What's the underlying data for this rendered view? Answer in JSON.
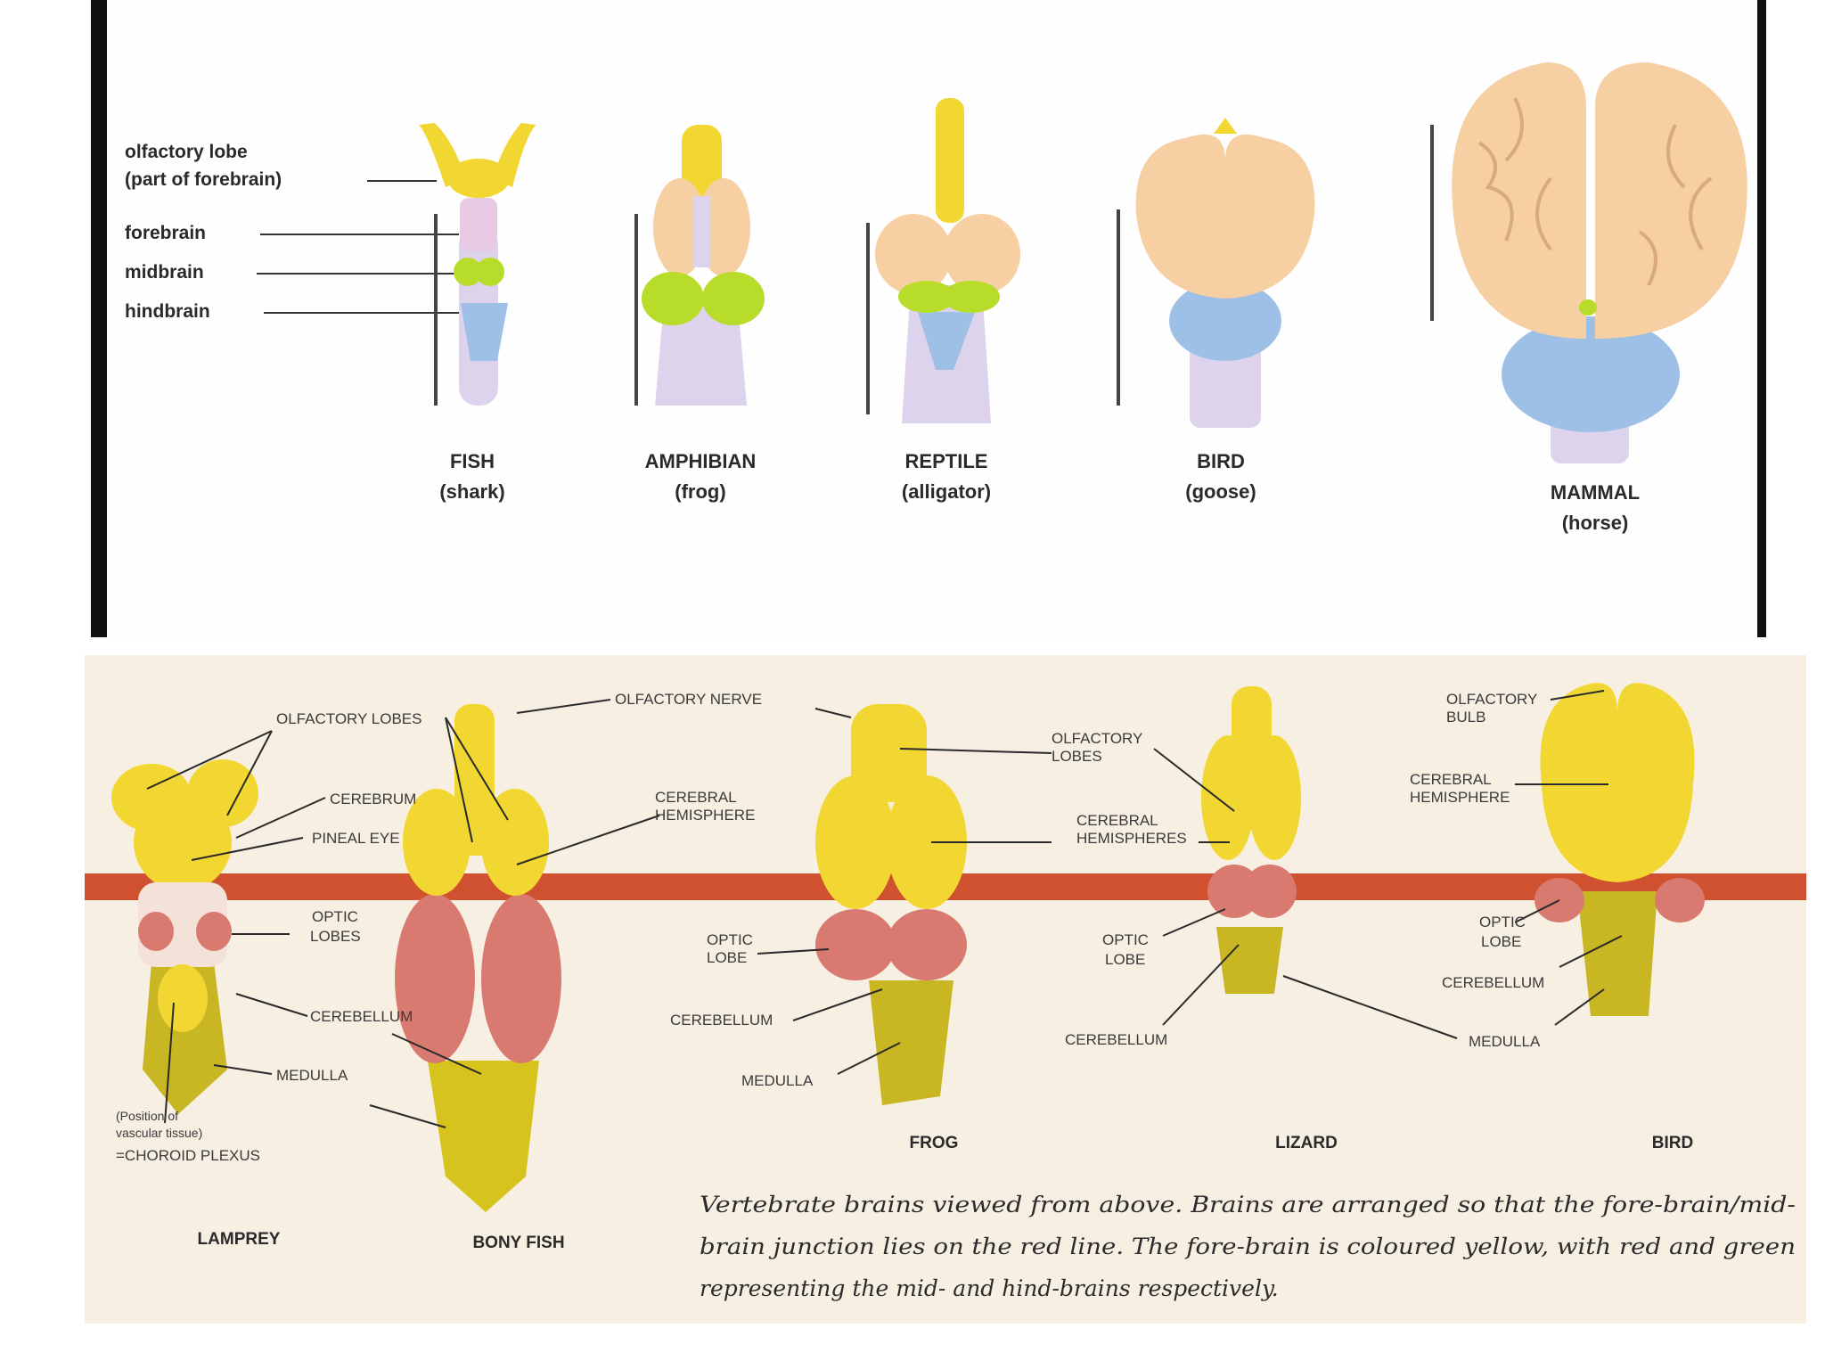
{
  "top": {
    "labels": {
      "olfactory_lobe_1": "olfactory lobe",
      "olfactory_lobe_2": "(part of forebrain)",
      "forebrain": "forebrain",
      "midbrain": "midbrain",
      "hindbrain": "hindbrain"
    },
    "species": [
      {
        "name": "FISH",
        "common": "(shark)"
      },
      {
        "name": "AMPHIBIAN",
        "common": "(frog)"
      },
      {
        "name": "REPTILE",
        "common": "(alligator)"
      },
      {
        "name": "BIRD",
        "common": "(goose)"
      },
      {
        "name": "MAMMAL",
        "common": "(horse)"
      }
    ]
  },
  "bottom": {
    "labels": {
      "olfactory_lobes": "OLFACTORY LOBES",
      "cerebrum": "CEREBRUM",
      "pineal_eye": "PINEAL EYE",
      "optic_lobes": "OPTIC LOBES",
      "cerebellum_lamprey": "CEREBELLUM",
      "medulla_lamprey": "MEDULLA",
      "choroid_1": "(Position of",
      "choroid_2": "vascular tissue)",
      "choroid_3": "=CHOROID PLEXUS",
      "olfactory_nerve": "OLFACTORY NERVE",
      "cerebral_hemisphere_fish_1": "CEREBRAL",
      "cerebral_hemisphere_fish_2": "HEMISPHERE",
      "optic_lobe_frog_1": "OPTIC",
      "optic_lobe_frog_2": "LOBE",
      "cerebellum_frog": "CEREBELLUM",
      "medulla_frog": "MEDULLA",
      "olfactory_lobes_frog_1": "OLFACTORY",
      "olfactory_lobes_frog_2": "LOBES",
      "cerebral_hemispheres_1": "CEREBRAL",
      "cerebral_hemispheres_2": "HEMISPHERES",
      "optic_lobe_lizard_1": "OPTIC",
      "optic_lobe_lizard_2": "LOBE",
      "cerebellum_lizard": "CEREBELLUM",
      "olfactory_bulb_1": "OLFACTORY",
      "olfactory_bulb_2": "BULB",
      "cerebral_hemisphere_bird_1": "CEREBRAL",
      "cerebral_hemisphere_bird_2": "HEMISPHERE",
      "optic_lobe_bird_1": "OPTIC",
      "optic_lobe_bird_2": "LOBE",
      "cerebellum_bird": "CEREBELLUM",
      "medulla_bird": "MEDULLA"
    },
    "species": [
      "LAMPREY",
      "BONY FISH",
      "FROG",
      "LIZARD",
      "BIRD"
    ],
    "caption": [
      "Vertebrate brains viewed from above. Brains are arranged so that the fore-brain/mid-",
      "brain junction lies on the red line. The fore-brain is coloured yellow, with red and green",
      "representing the mid- and hind-brains respectively."
    ]
  },
  "colors": {
    "forebrain_yellow": "#f2d631",
    "midbrain_green": "#b8dc2a",
    "hindbrain_blue": "#9fc0e6",
    "cerebrum_peach": "#f6cfa2",
    "stem_lilac": "#ddd3ec",
    "red_line": "#d0512f",
    "midbrain_red": "#d97a70",
    "hindbrain_olive": "#c9b623"
  }
}
